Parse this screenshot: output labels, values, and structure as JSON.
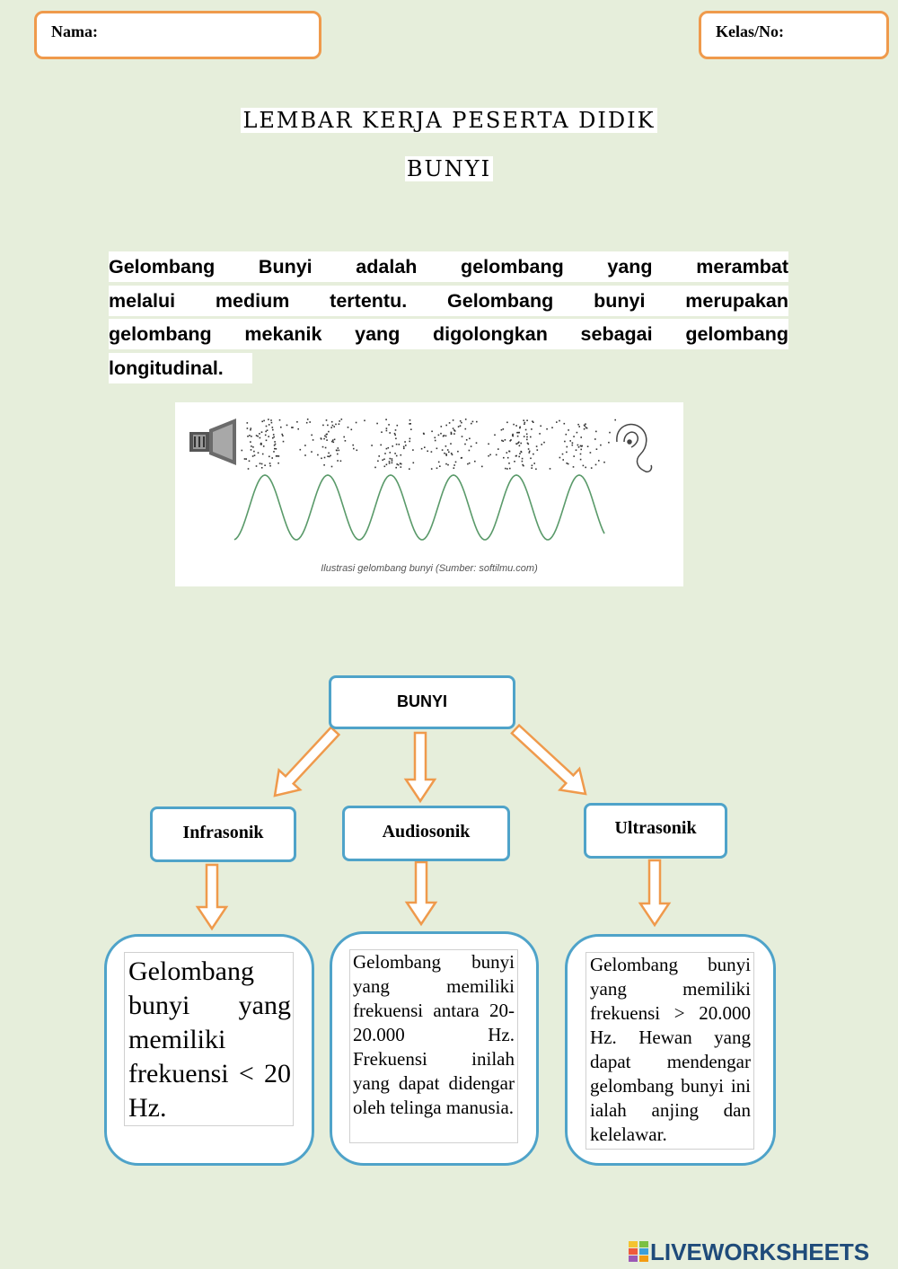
{
  "header": {
    "name_label": "Nama:",
    "class_label": "Kelas/No:"
  },
  "title": {
    "line1": "LEMBAR KERJA PESERTA DIDIK",
    "line2": "BUNYI"
  },
  "intro": {
    "lines": [
      "Gelombang Bunyi adalah gelombang yang merambat",
      "melalui medium tertentu. Gelombang bunyi merupakan",
      "gelombang mekanik yang digolongkan sebagai gelombang",
      "longitudinal."
    ]
  },
  "illustration": {
    "caption": "Ilustrasi gelombang bunyi (Sumber: softilmu.com)",
    "wave_color": "#5a9a6a"
  },
  "diagram": {
    "root": "BUNYI",
    "categories": [
      {
        "label": "Infrasonik",
        "description": "Gelombang bunyi yang memiliki frekuensi < 20 Hz."
      },
      {
        "label": "Audiosonik",
        "description": "Gelombang bunyi yang memiliki frekuensi antara 20-20.000 Hz. Frekuensi inilah yang dapat didengar oleh telinga manusia."
      },
      {
        "label": "Ultrasonik",
        "description": "Gelombang bunyi yang memiliki frekuensi > 20.000 Hz. Hewan yang dapat mendengar gelombang bunyi ini ialah anjing dan kelelawar."
      }
    ],
    "box_border_color": "#4fa3c9",
    "arrow_color": "#ef9a4c"
  },
  "footer": {
    "logo_text": "LIVEWORKSHEETS"
  }
}
